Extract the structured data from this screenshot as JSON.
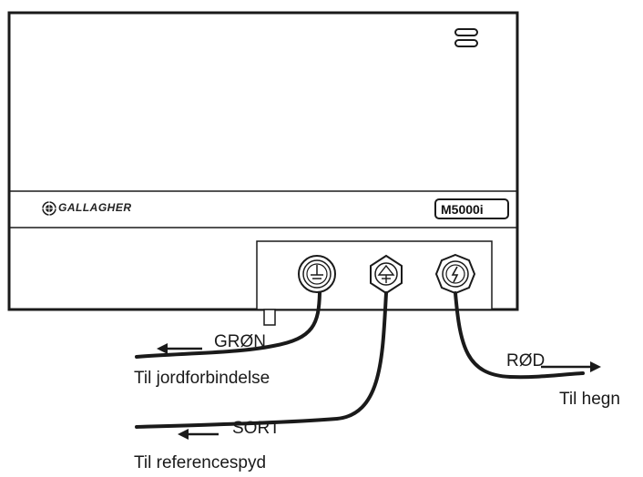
{
  "device": {
    "brand": "GALLAGHER",
    "model": "M5000i"
  },
  "terminals": [
    {
      "icon": "earth-ground-icon"
    },
    {
      "icon": "reference-arrow-icon"
    },
    {
      "icon": "lightning-bolt-icon"
    }
  ],
  "wires": {
    "green": {
      "color_label": "GRØN",
      "destination": "Til jordforbindelse"
    },
    "black": {
      "color_label": "SORT",
      "destination": "Til referencespyd"
    },
    "red": {
      "color_label": "RØD",
      "destination": "Til hegn"
    }
  }
}
